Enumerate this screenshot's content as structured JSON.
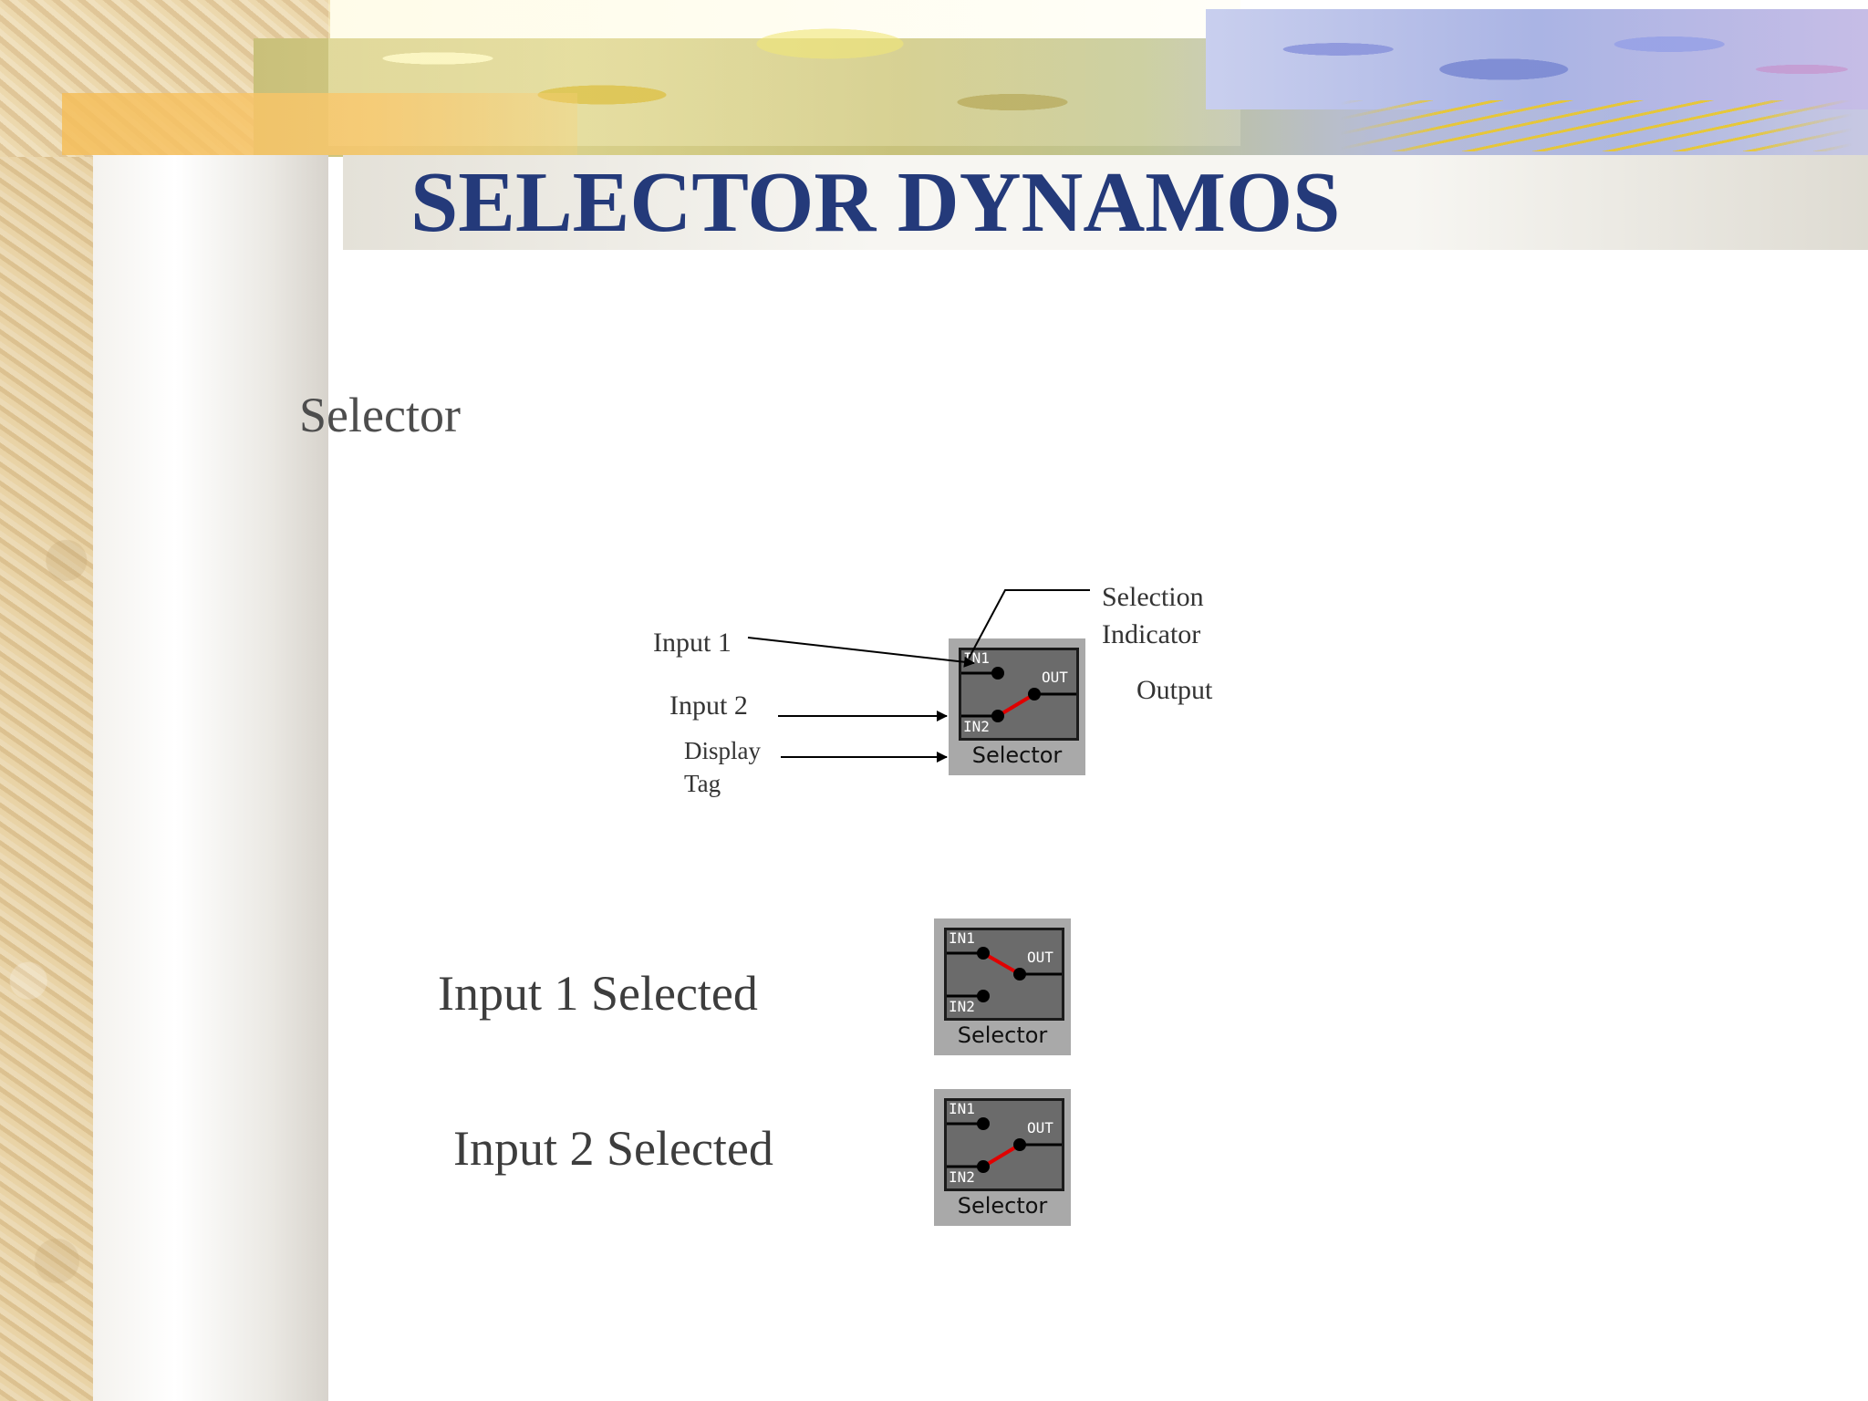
{
  "slide": {
    "title": "SELECTOR DYNAMOS",
    "subtitle": "Selector"
  },
  "diagram": {
    "callouts": {
      "input1": "Input 1",
      "input2": "Input 2",
      "display_tag_line1": "Display",
      "display_tag_line2": "Tag",
      "selection_indicator_line1": "Selection",
      "selection_indicator_line2": "Indicator",
      "output": "Output"
    },
    "widget": {
      "in1": "IN1",
      "in2": "IN2",
      "out": "OUT",
      "name": "Selector",
      "selected_input": 2
    }
  },
  "examples": [
    {
      "label": "Input 1 Selected",
      "in1": "IN1",
      "in2": "IN2",
      "out": "OUT",
      "name": "Selector",
      "selected_input": 1
    },
    {
      "label": "Input 2 Selected",
      "in1": "IN1",
      "in2": "IN2",
      "out": "OUT",
      "name": "Selector",
      "selected_input": 2
    }
  ],
  "colors": {
    "title": "#243a7a",
    "selection_line": "#e00000",
    "widget_frame": "#a9a9a9",
    "widget_screen": "#6b6b6b"
  }
}
